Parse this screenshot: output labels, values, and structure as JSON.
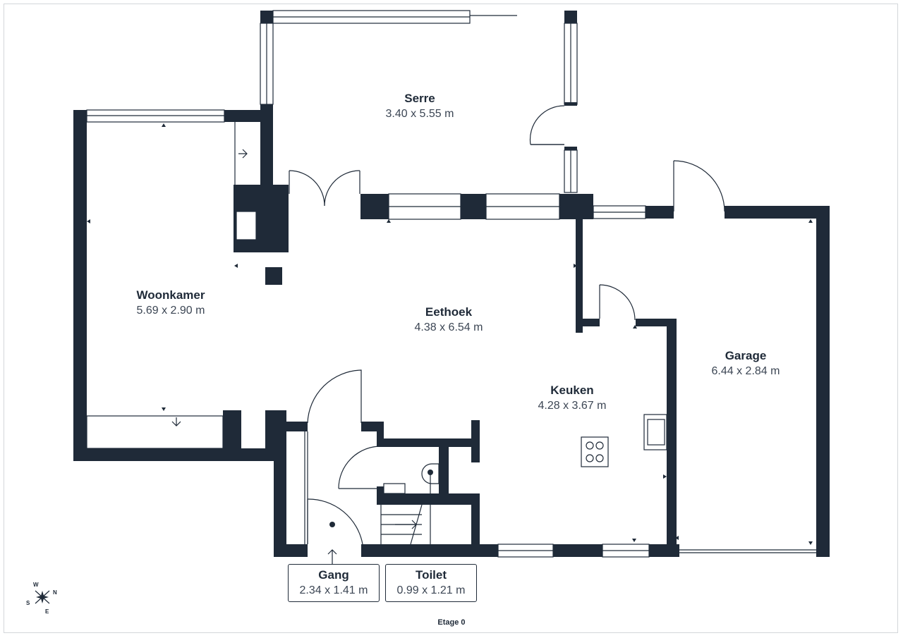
{
  "rooms": {
    "serre": {
      "name": "Serre",
      "dims": "3.40 x 5.55 m"
    },
    "woonkamer": {
      "name": "Woonkamer",
      "dims": "5.69 x 2.90 m"
    },
    "eethoek": {
      "name": "Eethoek",
      "dims": "4.38 x 6.54 m"
    },
    "keuken": {
      "name": "Keuken",
      "dims": "4.28 x 3.67 m"
    },
    "garage": {
      "name": "Garage",
      "dims": "6.44 x 2.84 m"
    },
    "gang": {
      "name": "Gang",
      "dims": "2.34 x 1.41 m"
    },
    "toilet": {
      "name": "Toilet",
      "dims": "0.99 x 1.21 m"
    }
  },
  "floor_label": "Etage 0",
  "compass": {
    "w": "W",
    "n": "N",
    "s": "S",
    "e": "E"
  },
  "colors": {
    "wall": "#1f2a38",
    "background": "#ffffff",
    "text": "#1f2a38"
  }
}
